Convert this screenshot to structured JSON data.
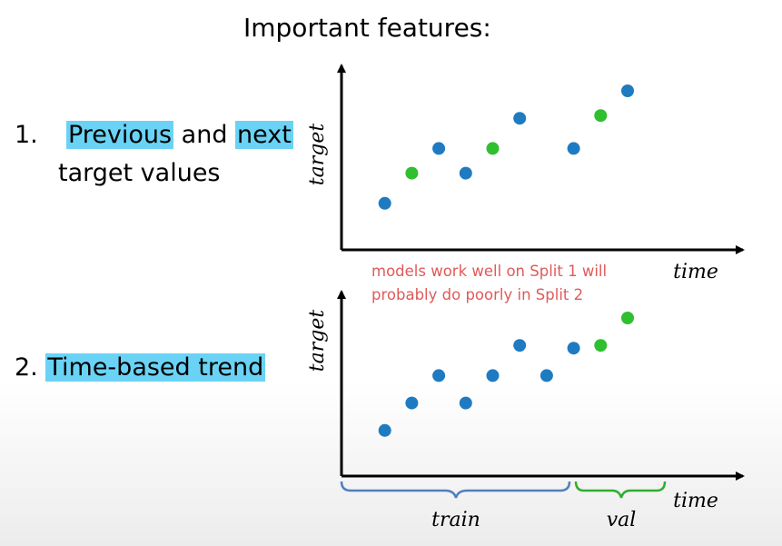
{
  "title": "Important features:",
  "items": [
    {
      "number": "1.",
      "highlight1": "Previous",
      "mid": "and",
      "highlight2": "next",
      "line2": "target values"
    },
    {
      "number": "2.",
      "highlight": "Time-based trend"
    }
  ],
  "note": {
    "line1": "models work well on Split 1 will",
    "line2": "probably do poorly in Split 2"
  },
  "colors": {
    "train_point": "#1f7bc1",
    "other_point": "#2fbf2f",
    "highlight": "#6ad3f5",
    "note": "#e05a5a",
    "train_brace": "#4f7fbf",
    "val_brace": "#2fae2f"
  },
  "chart_data": [
    {
      "type": "scatter",
      "xlabel": "time",
      "ylabel": "target",
      "series": [
        {
          "color_role": "blue",
          "x": [
            1,
            3,
            4,
            6,
            8,
            10
          ],
          "y": [
            1.0,
            3.0,
            2.1,
            4.1,
            3.0,
            5.1
          ]
        },
        {
          "color_role": "green",
          "x": [
            2,
            5,
            9
          ],
          "y": [
            2.1,
            3.0,
            4.2
          ]
        }
      ]
    },
    {
      "type": "scatter",
      "xlabel": "time",
      "ylabel": "target",
      "series": [
        {
          "color_role": "blue",
          "x": [
            1,
            2,
            3,
            4,
            5,
            6,
            7,
            8
          ],
          "y": [
            1.0,
            2.0,
            3.0,
            2.0,
            3.0,
            4.1,
            3.0,
            4.0
          ]
        },
        {
          "color_role": "green",
          "x": [
            9,
            10
          ],
          "y": [
            4.1,
            5.1
          ]
        }
      ],
      "split_labels": {
        "train": "train",
        "val": "val"
      }
    }
  ]
}
